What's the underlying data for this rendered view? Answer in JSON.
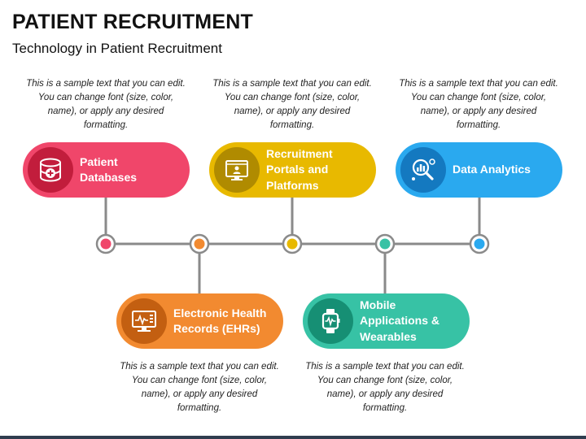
{
  "title": "PATIENT RECRUITMENT",
  "subtitle": "Technology in Patient Recruitment",
  "sample_text": "This is a sample text that you can edit. You can change font (size, color, name), or apply any desired formatting.",
  "items": [
    {
      "label_lines": [
        "Patient",
        "Databases"
      ],
      "icon": "database-medical-icon",
      "color": "#f0466a",
      "icon_bg": "#c21d3c"
    },
    {
      "label_lines": [
        "Electronic Health",
        "Records (EHRs)"
      ],
      "icon": "monitor-health-records-icon",
      "color": "#f28a30",
      "icon_bg": "#c35f11"
    },
    {
      "label_lines": [
        "Recruitment",
        "Portals and",
        "Platforms"
      ],
      "icon": "web-portal-icon",
      "color": "#e8b900",
      "icon_bg": "#b08b00"
    },
    {
      "label_lines": [
        "Mobile",
        "Applications &",
        "Wearables"
      ],
      "icon": "smartwatch-icon",
      "color": "#37c2a5",
      "icon_bg": "#168f74"
    },
    {
      "label_lines": [
        "Data Analytics"
      ],
      "icon": "analytics-magnifier-icon",
      "color": "#2aa9ef",
      "icon_bg": "#1479c0"
    }
  ]
}
